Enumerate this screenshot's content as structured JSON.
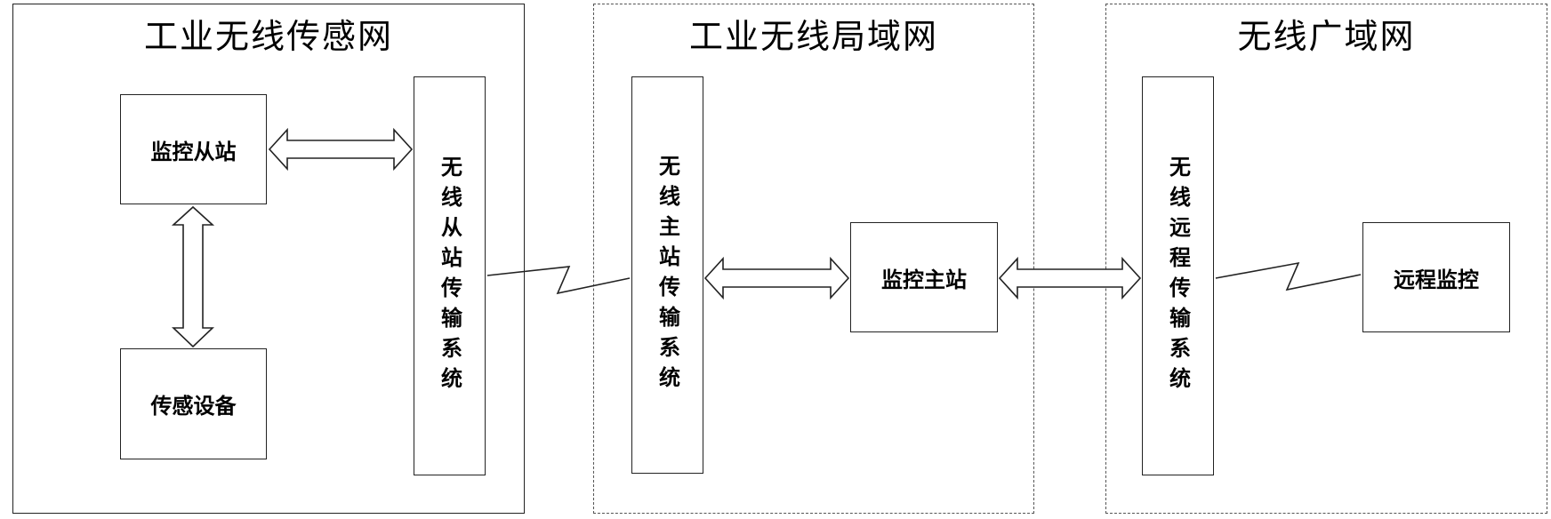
{
  "regions": {
    "sensor_net": {
      "title": "工业无线传感网"
    },
    "lan": {
      "title": "工业无线局域网"
    },
    "wan": {
      "title": "无线广域网"
    }
  },
  "nodes": {
    "monitor_slave": "监控从站",
    "sensor_device": "传感设备",
    "wireless_slave_tx": "无线从站传输系统",
    "wireless_master_tx": "无线主站传输系统",
    "monitor_master": "监控主站",
    "wireless_remote_tx": "无线远程传输系统",
    "remote_monitor": "远程监控"
  }
}
